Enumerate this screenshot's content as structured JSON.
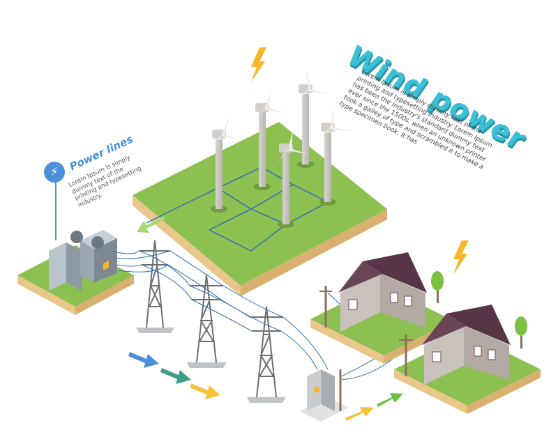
{
  "wind_section": {
    "title": "Wind power",
    "body": "Lorem Ipsum is simply dummy text of the printing and typesetting industry. Lorem Ipsum has been the industry's standard dummy text ever since the 1500s, when an unknown printer took a galley of type and scrambled it to make a type specimen book. It has"
  },
  "power_section": {
    "title": "Power lines",
    "body": "Lorem Ipsum is simply dummy text of the printing and typesetting industry.",
    "icon": "lightning-icon"
  },
  "colors": {
    "grass": "#8cc152",
    "soil": "#e9c68a",
    "wire": "#2f6fb5",
    "turbine": "#e4e2df",
    "roof": "#6b4456",
    "wall": "#c9c1bb",
    "bolt": "#f5b62a",
    "arrow_blue": "#4a90d9",
    "arrow_teal": "#3f9e8a",
    "arrow_yellow": "#f6c23e",
    "arrow_green": "#6cc04a"
  }
}
